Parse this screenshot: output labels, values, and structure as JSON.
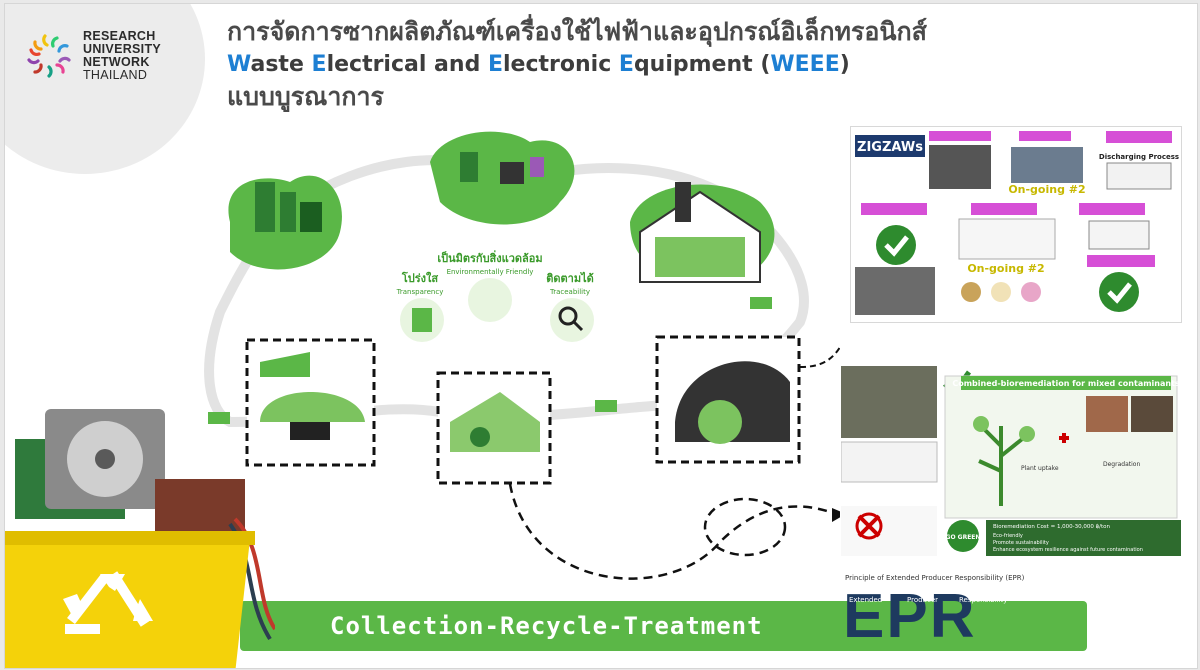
{
  "logo": {
    "line1": "RESEARCH",
    "line2": "UNIVERSITY",
    "line3": "NETWORK",
    "line4": "THAILAND"
  },
  "title": {
    "thai_line1": "การจัดการซากผลิตภัณฑ์เครื่องใช้ไฟฟ้าและอุปกรณ์อิเล็กทรอนิกส์",
    "english_words": [
      {
        "cap": "W",
        "rest": "aste "
      },
      {
        "cap": "E",
        "rest": "lectrical and "
      },
      {
        "cap": "E",
        "rest": "lectronic "
      },
      {
        "cap": "E",
        "rest": "quipment ("
      },
      {
        "cap": "WEEE",
        "rest": ")"
      }
    ],
    "thai_line3": "แบบบูรณาการ"
  },
  "diagram": {
    "center_label": "เป็นมิตรกับสิ่งแวดล้อม",
    "center_sub": "Environmentally Friendly",
    "left_label": "โปร่งใส",
    "left_sub": "Transparency",
    "right_label": "ติดตามได้",
    "right_sub": "Traceability"
  },
  "panel_top": {
    "title": "ZIGZAWs",
    "status_1": "On-going #2",
    "status_2": "On-going #2",
    "process_label": "Discharging Process"
  },
  "panel_bottom": {
    "heading": "Combined-bioremediation for mixed contaminants",
    "plant_uptake": "Plant uptake",
    "degradation": "Degradation",
    "go_green": "GO GREEN",
    "cost_line": "Bioremediation Cost = 1,000-30,000 ฿/ton",
    "bullets": [
      "Eco-friendly",
      "Promote sustainability",
      "Enhance ecosystem resilience against future contamination"
    ]
  },
  "banner": {
    "text": "Collection-Recycle-Treatment"
  },
  "epr": {
    "caption": "Principle of Extended Producer Responsibility (EPR)",
    "big": "EPR",
    "w1": "Extended",
    "w2": "Producer",
    "w3": "Responsibility"
  },
  "colors": {
    "accent_blue": "#1d7fd3",
    "green": "#5bb747",
    "dark_green": "#2e8b2e",
    "navy": "#1e3a5f",
    "magenta": "#d64fd6"
  }
}
